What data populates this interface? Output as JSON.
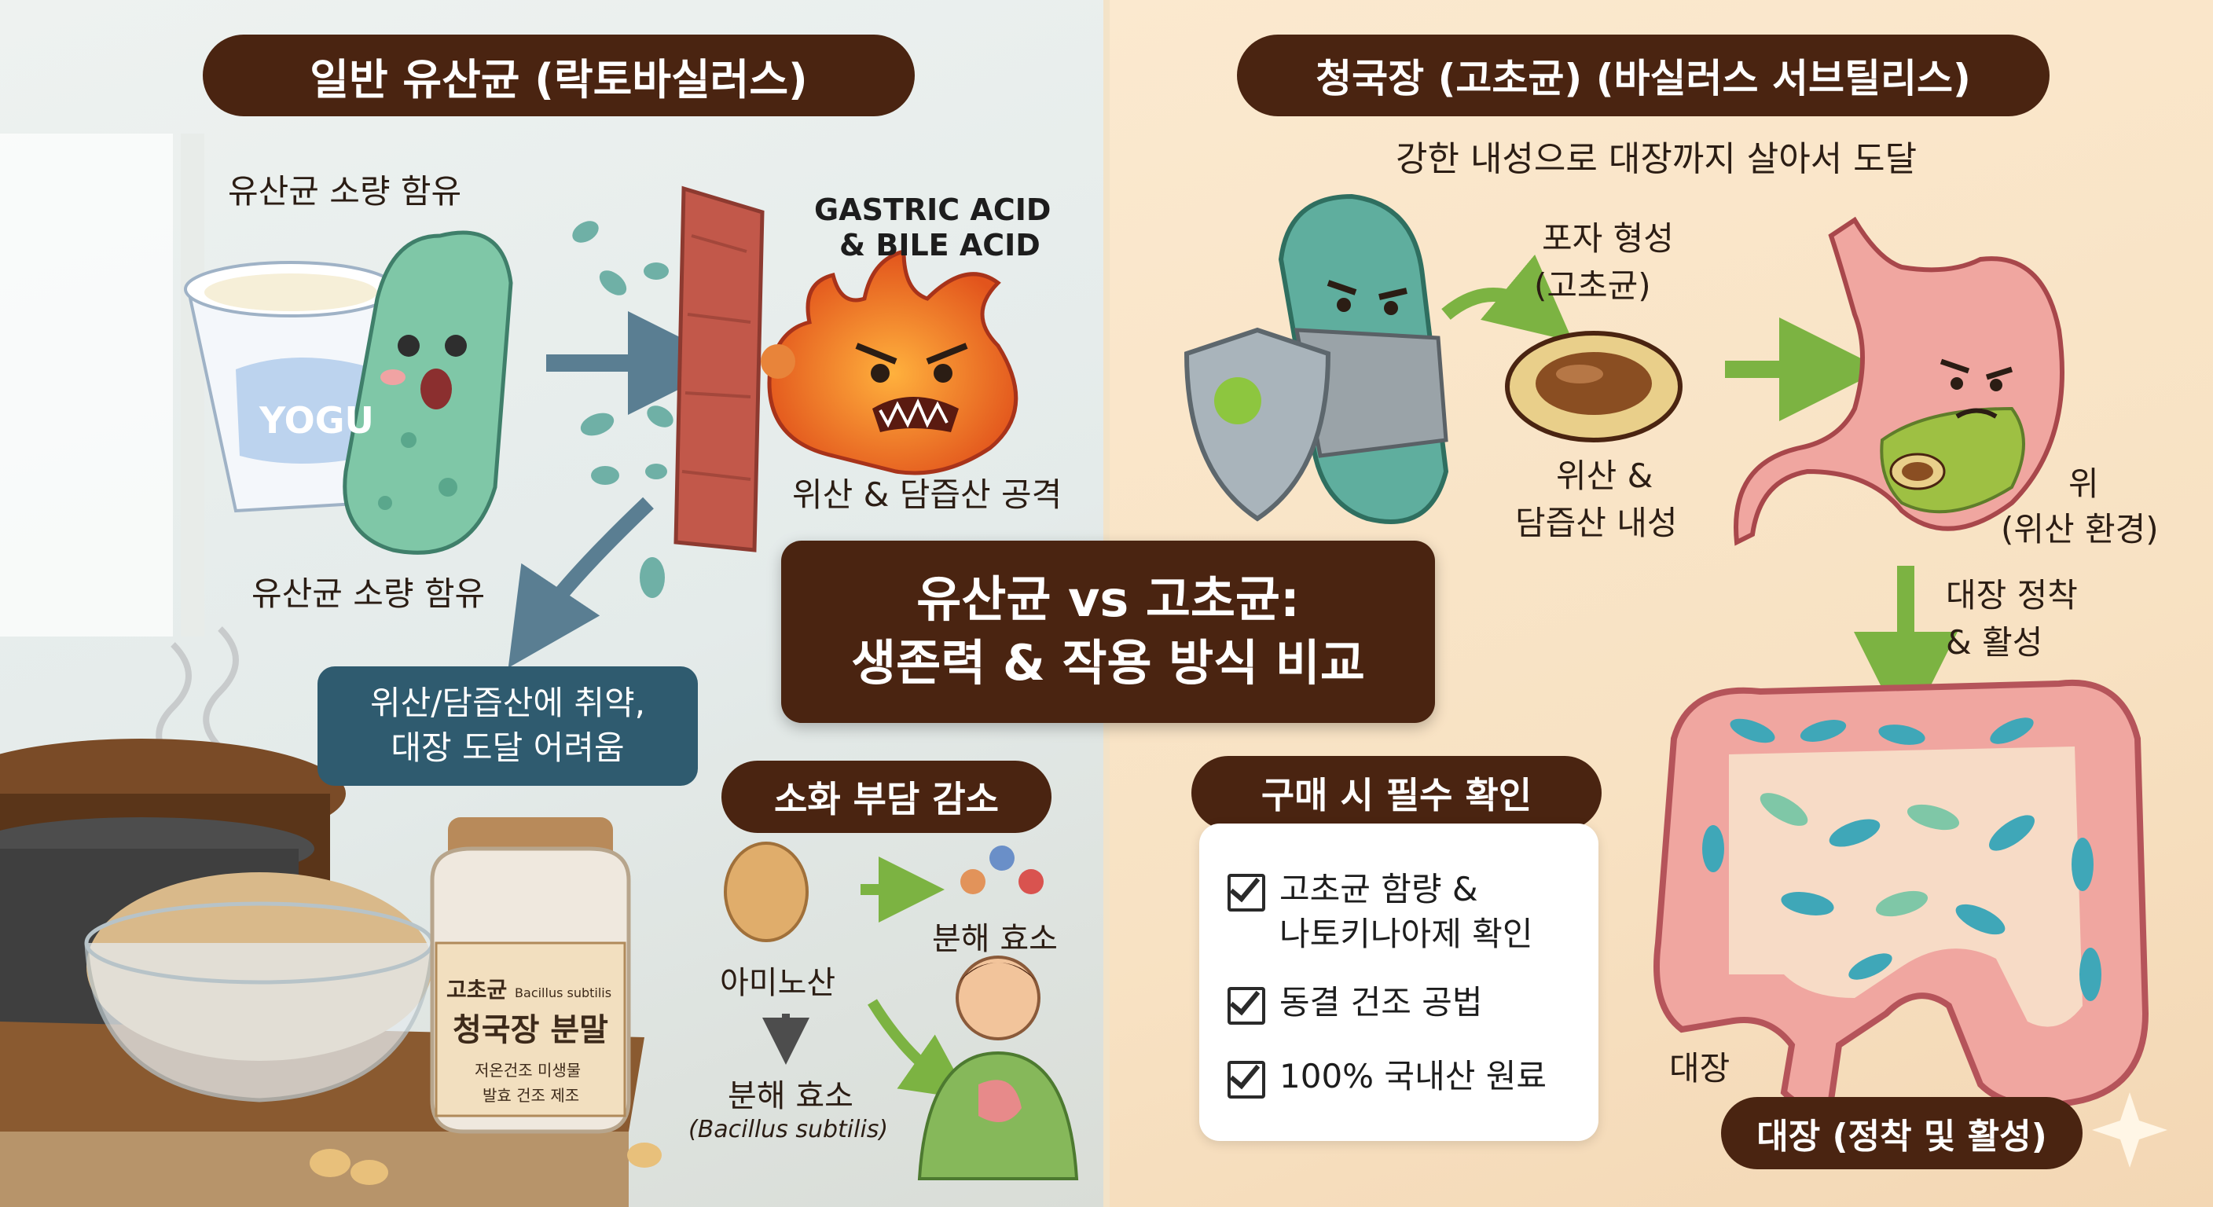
{
  "left": {
    "title": "일반 유산균 (락토바실러스)",
    "yogurt_caption": "유산균 소량 함유",
    "yogurt_label": "YOGU",
    "acid_title_line1": "GASTRIC ACID",
    "acid_title_line2": "& BILE ACID",
    "acid_attack": "위산 & 담즙산 공격",
    "lower_caption": "유산균 소량 함유",
    "warning_line1": "위산/담즙산에 취약,",
    "warning_line2": "대장 도달 어려움",
    "jar_label_line1": "고초균",
    "jar_label_line1_small": "Bacillus subtilis",
    "jar_label_line2": "청국장 분말",
    "jar_label_line3": "저온건조 미생물",
    "jar_label_line4": "발효 건조 제조"
  },
  "center": {
    "title_line1": "유산균 vs 고초균:",
    "title_line2": "생존력 & 작용 방식 비교"
  },
  "digest": {
    "title": "소화 부담 감소",
    "enzyme1": "분해 효소",
    "amino": "아미노산",
    "enzyme2": "분해 효소",
    "species": "(Bacillus subtilis)"
  },
  "right": {
    "title": "청국장 (고초균) (바실러스 서브틸리스)",
    "subtitle": "강한 내성으로 대장까지 살아서 도달",
    "spore_line1": "포자 형성",
    "spore_line2": "(고초균)",
    "resist_line1": "위산 &",
    "resist_line2": "담즙산 내성",
    "stomach_line1": "위",
    "stomach_line2": "(위산 환경)",
    "colon_arrow_line1": "대장 정착",
    "colon_arrow_line2": "& 활성",
    "colon_label": "대장",
    "colon_pill": "대장 (정착 및 활성)"
  },
  "checklist": {
    "title": "구매 시 필수 확인",
    "items": [
      {
        "line1": "고초균 함량 &",
        "line2": "나토키나아제 확인"
      },
      {
        "line1": "동결 건조 공법",
        "line2": ""
      },
      {
        "line1": "100% 국내산 원료",
        "line2": ""
      }
    ]
  },
  "colors": {
    "pill_brown": "#4a2411",
    "warn_teal": "#2f5b6f",
    "arrow_slate": "#5a7e92",
    "arrow_green": "#7cb342",
    "bacteria_green": "#7fc7a7"
  }
}
